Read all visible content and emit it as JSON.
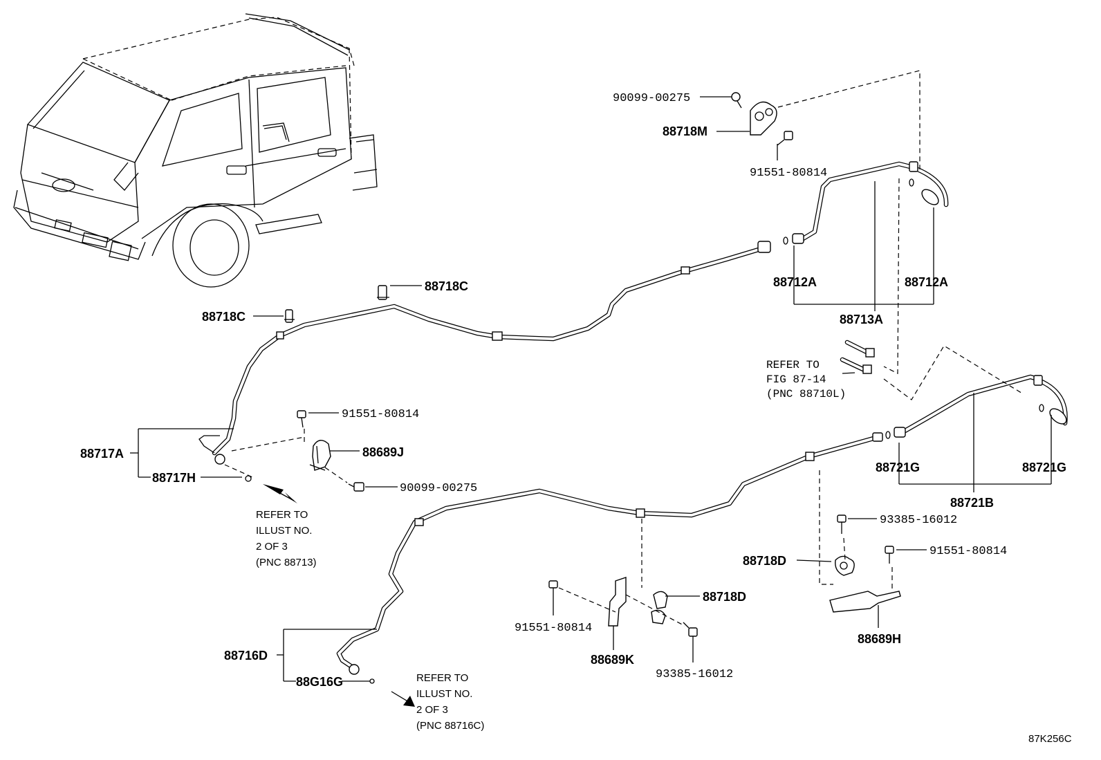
{
  "diagram": {
    "figure_code": "87K256C",
    "labels": {
      "p90099_00275_top": "90099-00275",
      "p88718M": "88718M",
      "p91551_80814_top": "91551-80814",
      "p88712A_left": "88712A",
      "p88712A_right": "88712A",
      "p88713A": "88713A",
      "p88718C_upper": "88718C",
      "p88718C_left": "88718C",
      "p91551_80814_mid": "91551-80814",
      "p88689J": "88689J",
      "p88717A": "88717A",
      "p88717H": "88717H",
      "p90099_00275_mid": "90099-00275",
      "p88721G_left": "88721G",
      "p88721G_right": "88721G",
      "p88721B": "88721B",
      "p93385_16012_right": "93385-16012",
      "p88718D_right": "88718D",
      "p91551_80814_right": "91551-80814",
      "p88689H": "88689H",
      "p91551_80814_bottom": "91551-80814",
      "p88718D_mid": "88718D",
      "p88689K": "88689K",
      "p93385_16012_bottom": "93385-16012",
      "p88716D": "88716D",
      "p88G16G": "88G16G"
    },
    "notes": {
      "fig87_line1": "REFER TO",
      "fig87_line2": "FIG 87-14",
      "fig87_line3": "(PNC 88710L)",
      "illust1_line1": "REFER TO",
      "illust1_line2": "ILLUST NO.",
      "illust1_line3": "2 OF 3",
      "illust1_line4": "(PNC 88713)",
      "illust2_line1": "REFER TO",
      "illust2_line2": "ILLUST NO.",
      "illust2_line3": "2 OF 3",
      "illust2_line4": "(PNC 88716C)"
    }
  }
}
